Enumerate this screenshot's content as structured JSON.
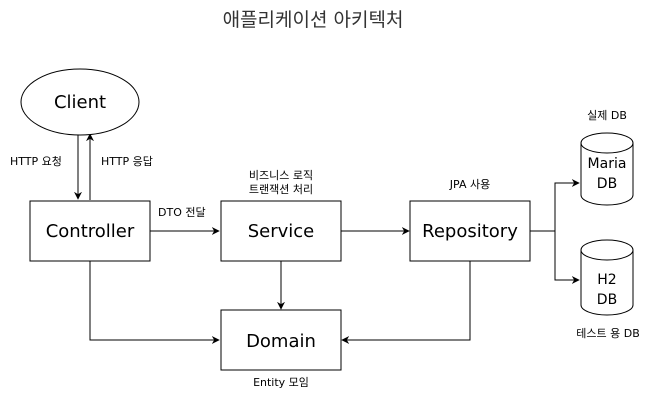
{
  "title": "애플리케이션 아키텍처",
  "nodes": {
    "client": "Client",
    "controller": "Controller",
    "service": "Service",
    "repository": "Repository",
    "domain": "Domain",
    "maria_db": [
      "Maria",
      "DB"
    ],
    "h2_db": [
      "H2",
      "DB"
    ]
  },
  "labels": {
    "http_request": "HTTP 요청",
    "http_response": "HTTP 응답",
    "dto_transfer": "DTO 전달",
    "service_desc": [
      "비즈니스 로직",
      "트랜잭션 처리"
    ],
    "jpa_usage": "JPA 사용",
    "real_db": "실제 DB",
    "test_db": "테스트 용 DB",
    "entity_collection": "Entity 모임"
  },
  "colors": {
    "stroke": "#000000",
    "fill": "#ffffff",
    "title_text": "#333333"
  }
}
